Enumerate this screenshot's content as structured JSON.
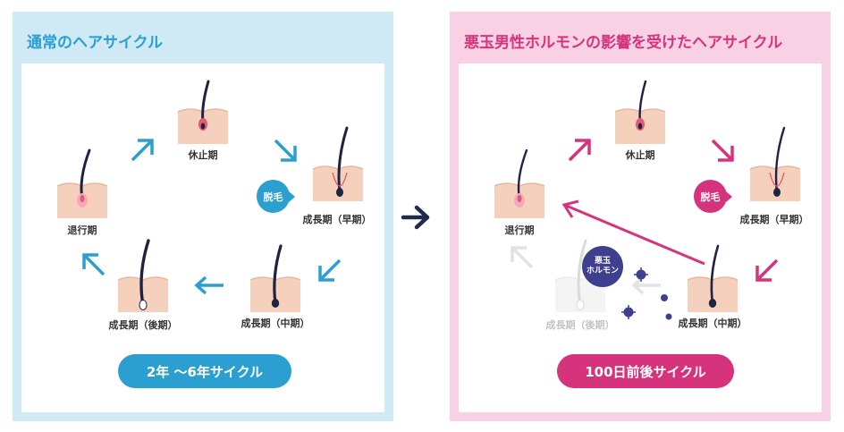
{
  "left": {
    "title": "通常のヘアサイクル",
    "stages": {
      "rest": "休止期",
      "early": "成長期（早期）",
      "mid": "成長期（中期）",
      "late": "成長期（後期）",
      "regress": "退行期"
    },
    "shed_label": "脱毛",
    "cycle_label": "2年 ～6年サイクル"
  },
  "right": {
    "title": "悪玉男性ホルモンの影響を受けたヘアサイクル",
    "stages": {
      "rest": "休止期",
      "early": "成長期（早期）",
      "mid": "成長期（中期）",
      "late": "成長期（後期）",
      "regress": "退行期"
    },
    "shed_label": "脱毛",
    "hormone_line1": "悪玉",
    "hormone_line2": "ホルモン",
    "cycle_label": "100日前後サイクル"
  },
  "colors": {
    "blue_accent": "#2a9fd0",
    "pink_accent": "#d6337d",
    "navy_arrow": "#1e2b4d",
    "skin": "#f5d1bd",
    "hair": "#1e2440",
    "hormone": "#3f3f8f"
  }
}
